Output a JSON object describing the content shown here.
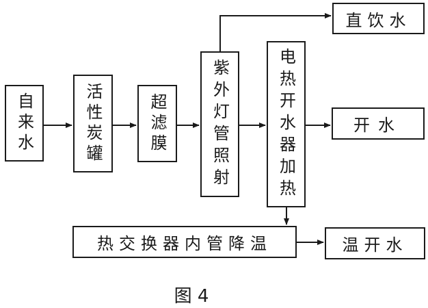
{
  "diagram": {
    "nodes": {
      "tap_water": "自来水",
      "activated_carbon": "活性炭罐",
      "ultrafiltration": "超滤膜",
      "uv_lamp": "紫外灯管照射",
      "electric_boiler": "电热开水器加热",
      "direct_drinking": "直饮水",
      "boiled_water": "开水",
      "heat_exchanger": "热交换器内管降温",
      "warm_water": "温开水"
    },
    "edges": [
      [
        "tap_water",
        "activated_carbon"
      ],
      [
        "activated_carbon",
        "ultrafiltration"
      ],
      [
        "ultrafiltration",
        "uv_lamp"
      ],
      [
        "uv_lamp",
        "direct_drinking"
      ],
      [
        "uv_lamp",
        "electric_boiler"
      ],
      [
        "electric_boiler",
        "boiled_water"
      ],
      [
        "electric_boiler",
        "heat_exchanger"
      ],
      [
        "heat_exchanger",
        "warm_water"
      ]
    ],
    "caption": "图 4"
  }
}
